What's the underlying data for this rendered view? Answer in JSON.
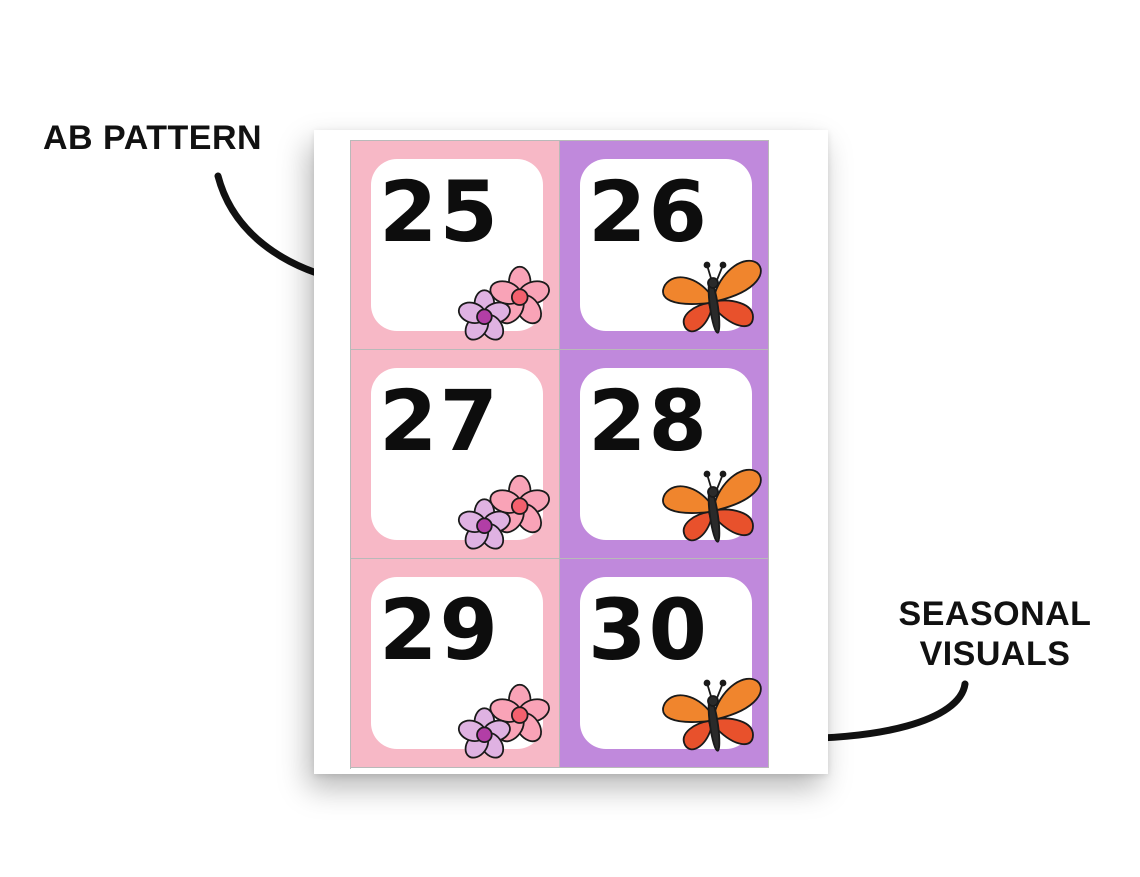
{
  "annotations": {
    "left_label": "AB PATTERN",
    "right_label_line1": "SEASONAL",
    "right_label_line2": "VISUALS"
  },
  "colors": {
    "pattern_a": "#f7b8c6",
    "pattern_b": "#c089dc"
  },
  "cards": [
    {
      "number": "25",
      "pattern": "A",
      "icon": "flower-pair-icon"
    },
    {
      "number": "26",
      "pattern": "B",
      "icon": "butterfly-icon"
    },
    {
      "number": "27",
      "pattern": "A",
      "icon": "flower-pair-icon"
    },
    {
      "number": "28",
      "pattern": "B",
      "icon": "butterfly-icon"
    },
    {
      "number": "29",
      "pattern": "A",
      "icon": "flower-pair-icon"
    },
    {
      "number": "30",
      "pattern": "B",
      "icon": "butterfly-icon"
    }
  ]
}
